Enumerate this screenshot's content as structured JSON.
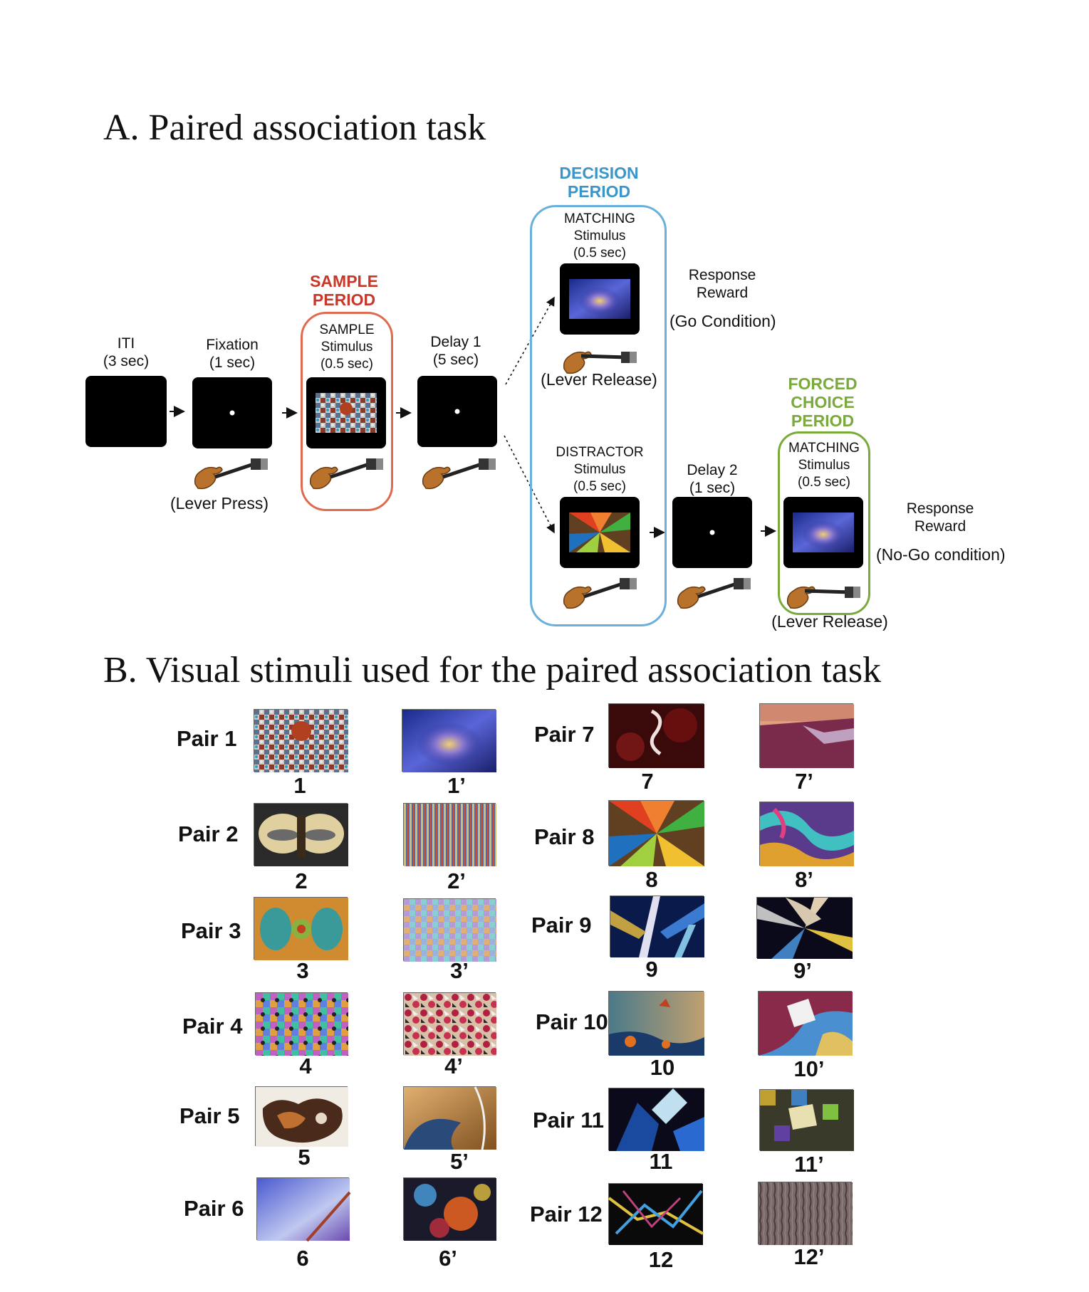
{
  "section_a": {
    "title": "A. Paired association task",
    "iti": {
      "line1": "ITI",
      "line2": "(3 sec)"
    },
    "fixation": {
      "line1": "Fixation",
      "line2": "(1 sec)"
    },
    "lever_press": "(Lever Press)",
    "sample": {
      "period_line1": "SAMPLE",
      "period_line2": "PERIOD",
      "line1": "SAMPLE",
      "line2": "Stimulus",
      "line3": "(0.5 sec)"
    },
    "delay1": {
      "line1": "Delay 1",
      "line2": "(5 sec)"
    },
    "decision": {
      "period_line1": "DECISION",
      "period_line2": "PERIOD",
      "matching": {
        "line1": "MATCHING",
        "line2": "Stimulus",
        "line3": "(0.5 sec)"
      },
      "lever_release": "(Lever Release)",
      "distractor": {
        "line1": "DISTRACTOR",
        "line2": "Stimulus",
        "line3": "(0.5 sec)"
      }
    },
    "go": {
      "response": "Response",
      "reward": "Reward",
      "condition": "(Go Condition)"
    },
    "delay2": {
      "line1": "Delay 2",
      "line2": "(1 sec)"
    },
    "forced": {
      "period_line1": "FORCED",
      "period_line2": "CHOICE",
      "period_line3": "PERIOD",
      "line1": "MATCHING",
      "line2": "Stimulus",
      "line3": "(0.5 sec)",
      "lever_release": "(Lever Release)"
    },
    "nogo": {
      "response": "Response",
      "reward": "Reward",
      "condition": "(No-Go condition)"
    },
    "colors": {
      "sample": "#c8382a",
      "decision": "#3a95c9",
      "forced": "#7aa93c"
    }
  },
  "section_b": {
    "title": "B. Visual stimuli used for the paired association task",
    "left_pairs": [
      {
        "label": "Pair 1",
        "a": "1",
        "b": "1’"
      },
      {
        "label": "Pair 2",
        "a": "2",
        "b": "2’"
      },
      {
        "label": "Pair 3",
        "a": "3",
        "b": "3’"
      },
      {
        "label": "Pair 4",
        "a": "4",
        "b": "4’"
      },
      {
        "label": "Pair 5",
        "a": "5",
        "b": "5’"
      },
      {
        "label": "Pair 6",
        "a": "6",
        "b": "6’"
      }
    ],
    "right_pairs": [
      {
        "label": "Pair 7",
        "a": "7",
        "b": "7’"
      },
      {
        "label": "Pair 8",
        "a": "8",
        "b": "8’"
      },
      {
        "label": "Pair 9",
        "a": "9",
        "b": "9’"
      },
      {
        "label": "Pair 10",
        "a": "10",
        "b": "10’"
      },
      {
        "label": "Pair 11",
        "a": "11",
        "b": "11’"
      },
      {
        "label": "Pair 12",
        "a": "12",
        "b": "12’"
      }
    ]
  }
}
